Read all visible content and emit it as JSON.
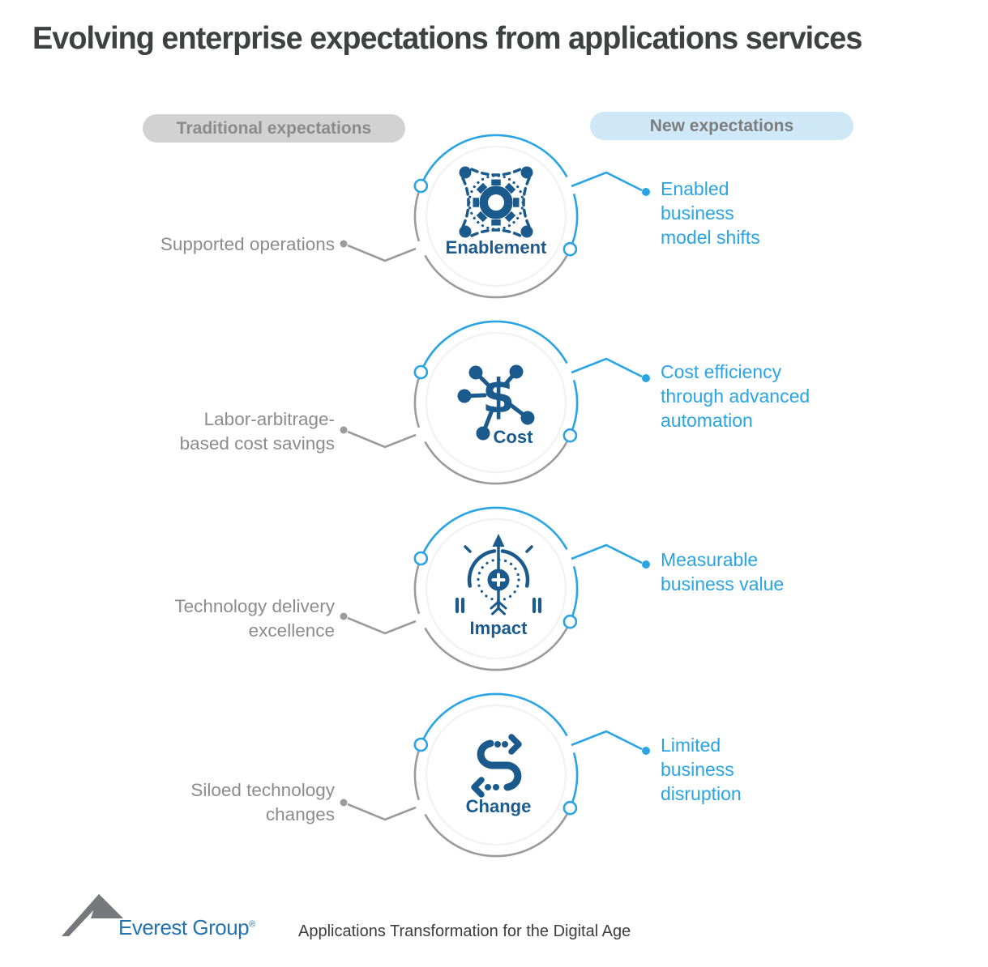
{
  "title": "Evolving enterprise expectations from applications services",
  "legend": {
    "traditional": "Traditional expectations",
    "new": "New expectations"
  },
  "rows": [
    {
      "label": "Enablement",
      "icon": "gear-network-icon",
      "left_lines": [
        "Supported operations"
      ],
      "right_lines": [
        "Enabled",
        "business",
        "model shifts"
      ]
    },
    {
      "label": "Cost",
      "icon": "dollar-network-icon",
      "glyph": "$",
      "left_lines": [
        "Labor-arbitrage-",
        "based cost savings"
      ],
      "right_lines": [
        "Cost efficiency",
        "through advanced",
        "automation"
      ]
    },
    {
      "label": "Impact",
      "icon": "gauge-arrow-icon",
      "left_lines": [
        "Technology delivery",
        "excellence"
      ],
      "right_lines": [
        "Measurable",
        "business value"
      ]
    },
    {
      "label": "Change",
      "icon": "s-curve-arrows-icon",
      "left_lines": [
        "Siloed technology",
        "changes"
      ],
      "right_lines": [
        "Limited",
        "business",
        "disruption"
      ]
    }
  ],
  "footer": {
    "brand": "Everest Group",
    "registered": "®",
    "tagline": "Applications Transformation for the Digital Age"
  },
  "colors": {
    "accent_blue": "#29a4e4",
    "dark_blue": "#1b5a8c",
    "line_gray": "#9b9b9b",
    "text_gray": "#8c8c8c",
    "pill_gray_bg": "#d2d2d2",
    "pill_blue_bg": "#cfe8f8",
    "title_text": "#3f4141",
    "brand_blue": "#2273ae"
  }
}
